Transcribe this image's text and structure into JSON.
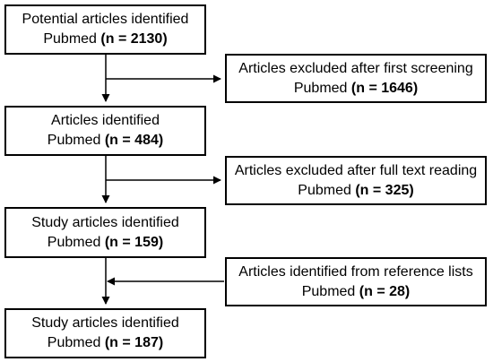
{
  "diagram": {
    "boxes": [
      {
        "id": "main-1",
        "title": "Potential articles identified",
        "source": "Pubmed",
        "n_text": "(n = 2130)"
      },
      {
        "id": "side-1",
        "title": "Articles excluded after first screening",
        "source": "Pubmed",
        "n_text": "(n = 1646)"
      },
      {
        "id": "main-2",
        "title": "Articles identified",
        "source": "Pubmed",
        "n_text": "(n = 484)"
      },
      {
        "id": "side-2",
        "title": "Articles excluded after full text reading",
        "source": "Pubmed",
        "n_text": "(n = 325)"
      },
      {
        "id": "main-3",
        "title": "Study articles identified",
        "source": "Pubmed",
        "n_text": "(n = 159)"
      },
      {
        "id": "side-3",
        "title": "Articles identified from reference lists",
        "source": "Pubmed",
        "n_text": "(n = 28)"
      },
      {
        "id": "main-4",
        "title": "Study articles identified",
        "source": "Pubmed",
        "n_text": "(n = 187)"
      }
    ]
  }
}
